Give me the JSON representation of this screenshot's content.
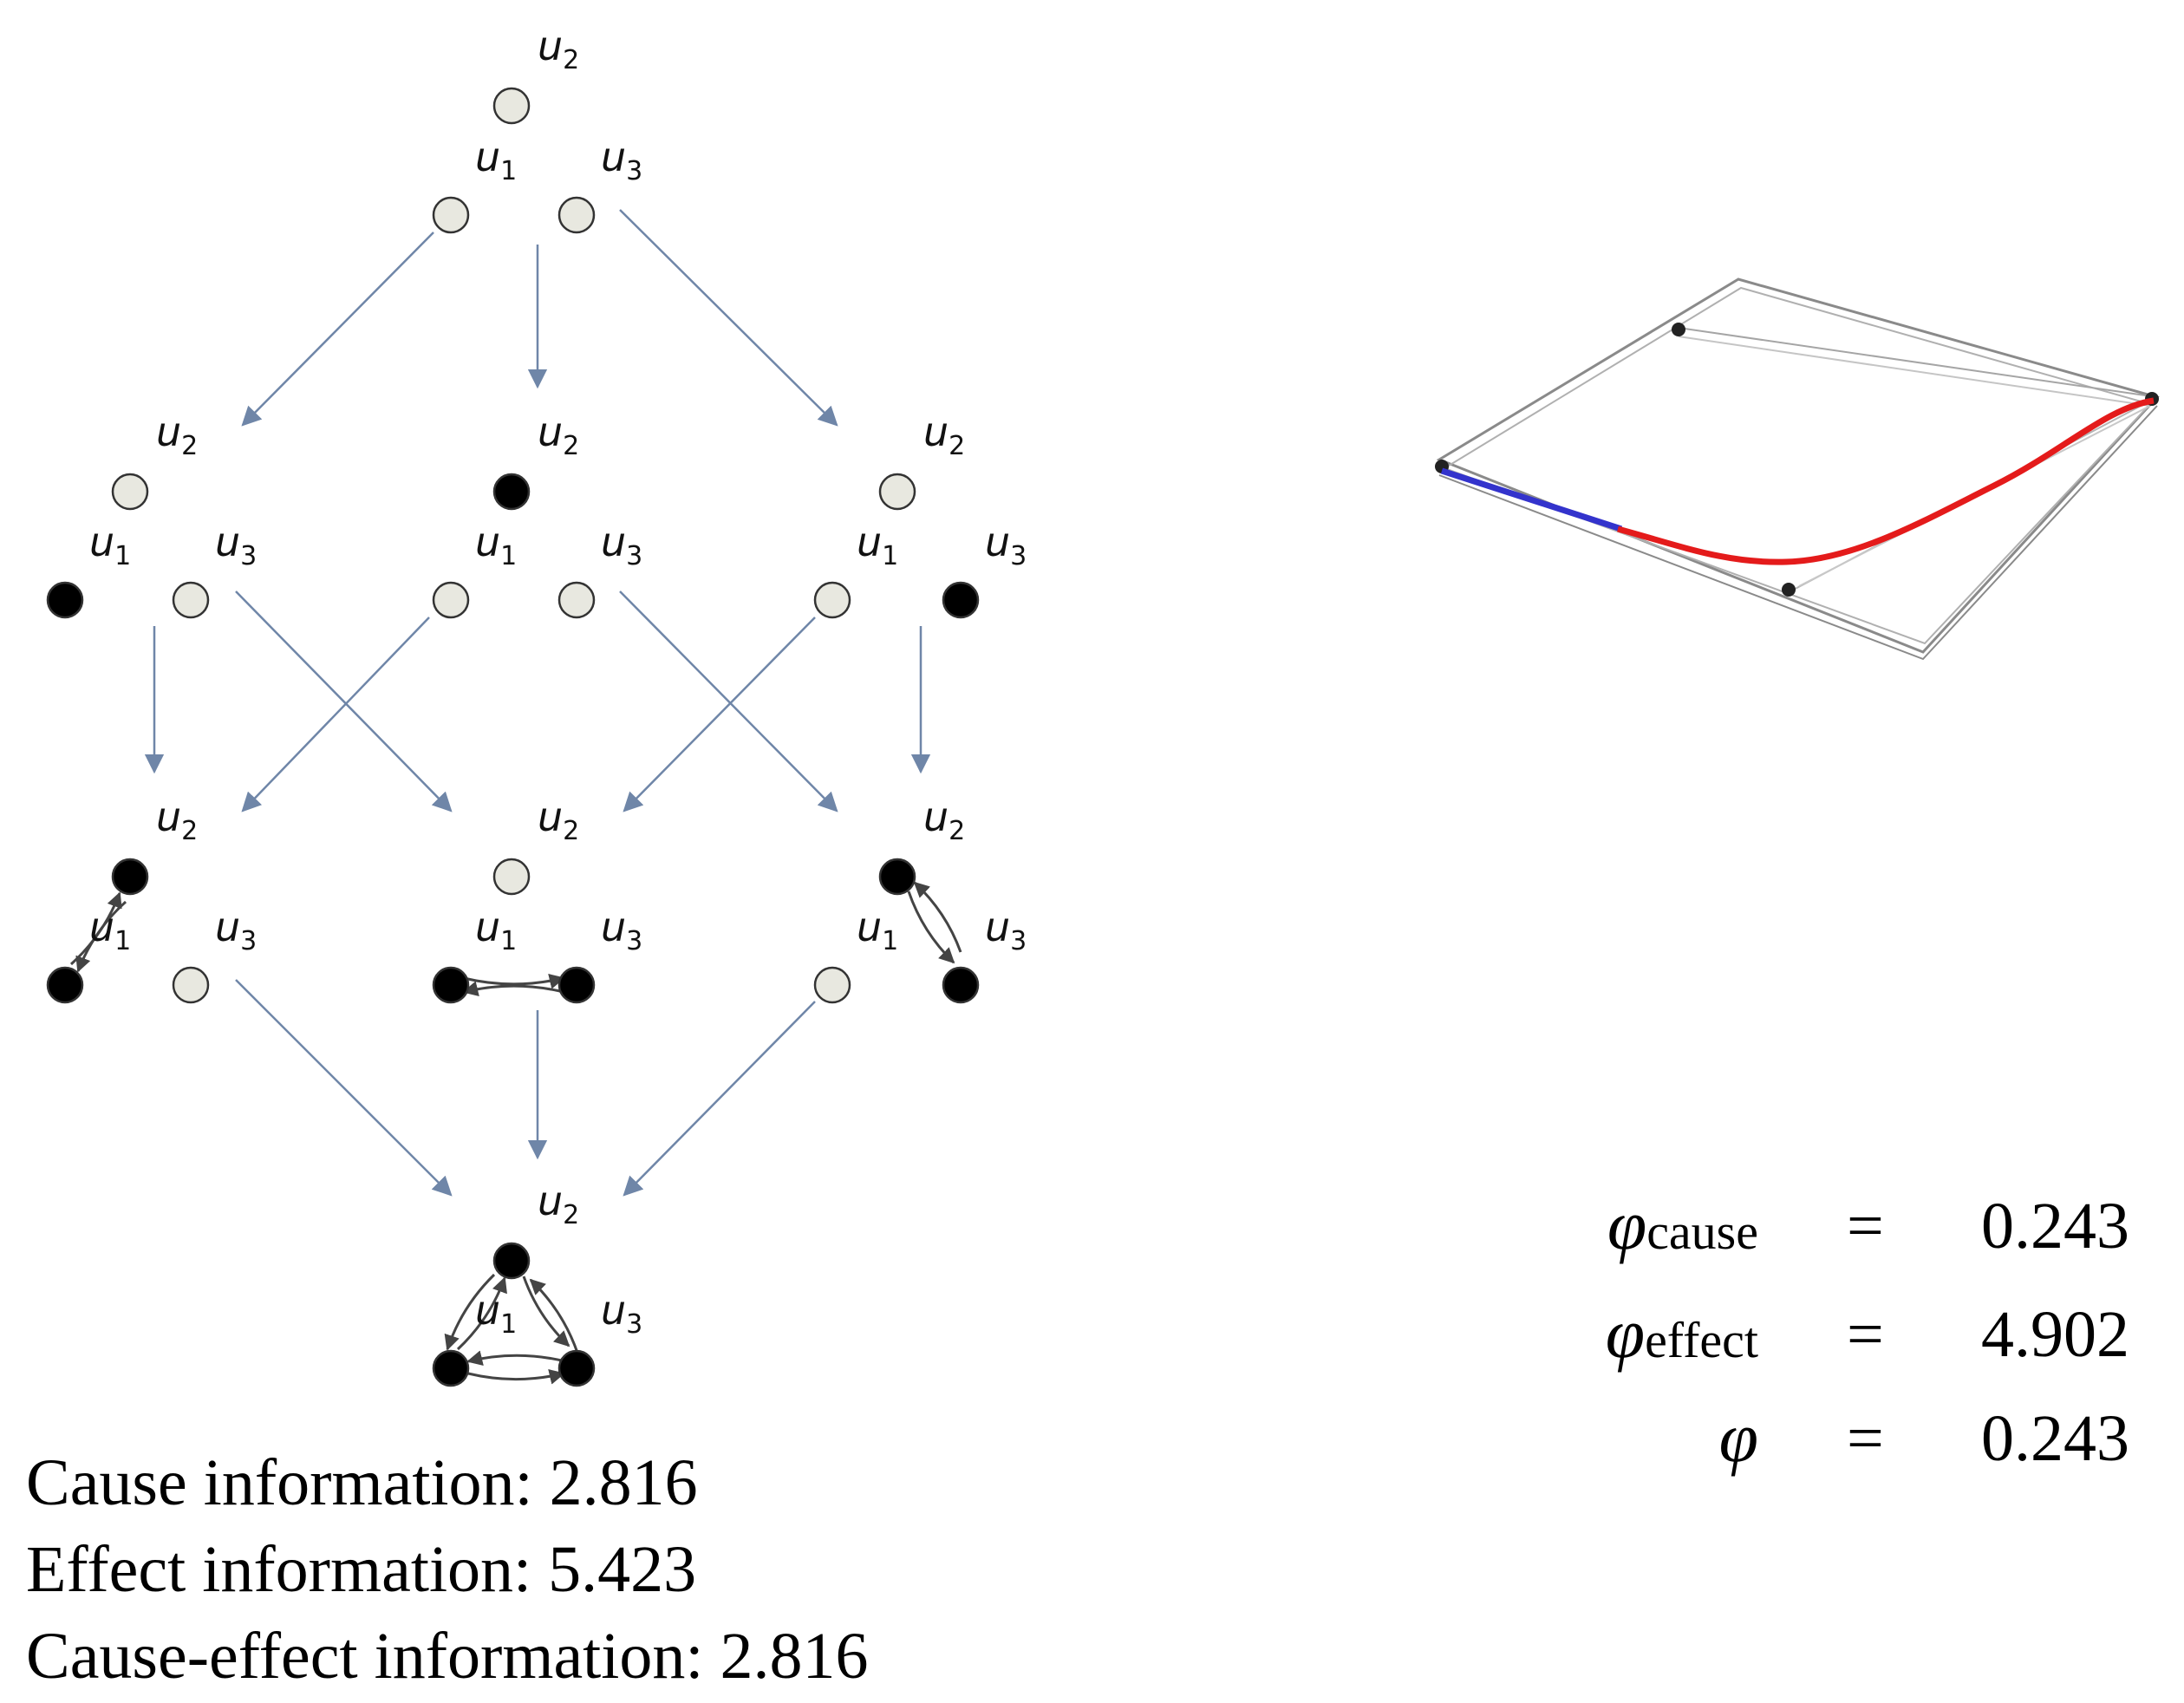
{
  "lattice": {
    "node_labels": {
      "top": "u",
      "top_sub": "2",
      "left": "u",
      "left_sub": "1",
      "right": "u",
      "right_sub": "3"
    },
    "colors": {
      "off": "#e8e8e0",
      "on": "#000000",
      "arrow": "#6f86a8",
      "inner_arrow": "#444444"
    },
    "states": [
      [
        "off",
        "off",
        "off"
      ],
      [
        "off",
        "on",
        "off"
      ],
      [
        "on",
        "off",
        "off"
      ],
      [
        "off",
        "off",
        "on"
      ],
      [
        "on",
        "on",
        "off"
      ],
      [
        "off",
        "on",
        "on"
      ],
      [
        "on",
        "off",
        "on"
      ],
      [
        "on",
        "on",
        "on"
      ]
    ]
  },
  "info": {
    "cause": "Cause information: 2.816",
    "effect": "Effect information: 5.423",
    "cause_effect": "Cause-effect information: 2.816"
  },
  "phi": {
    "rows": [
      {
        "symbol": "φ",
        "sub": "cause",
        "eq": "=",
        "value": "0.243"
      },
      {
        "symbol": "φ",
        "sub": "effect",
        "eq": "=",
        "value": "4.902"
      },
      {
        "symbol": "φ",
        "sub": "",
        "eq": "=",
        "value": "0.243"
      }
    ]
  },
  "plot_colors": {
    "cause_curve": "#3333cc",
    "effect_curve": "#e41b1b",
    "frame": "#888888"
  }
}
